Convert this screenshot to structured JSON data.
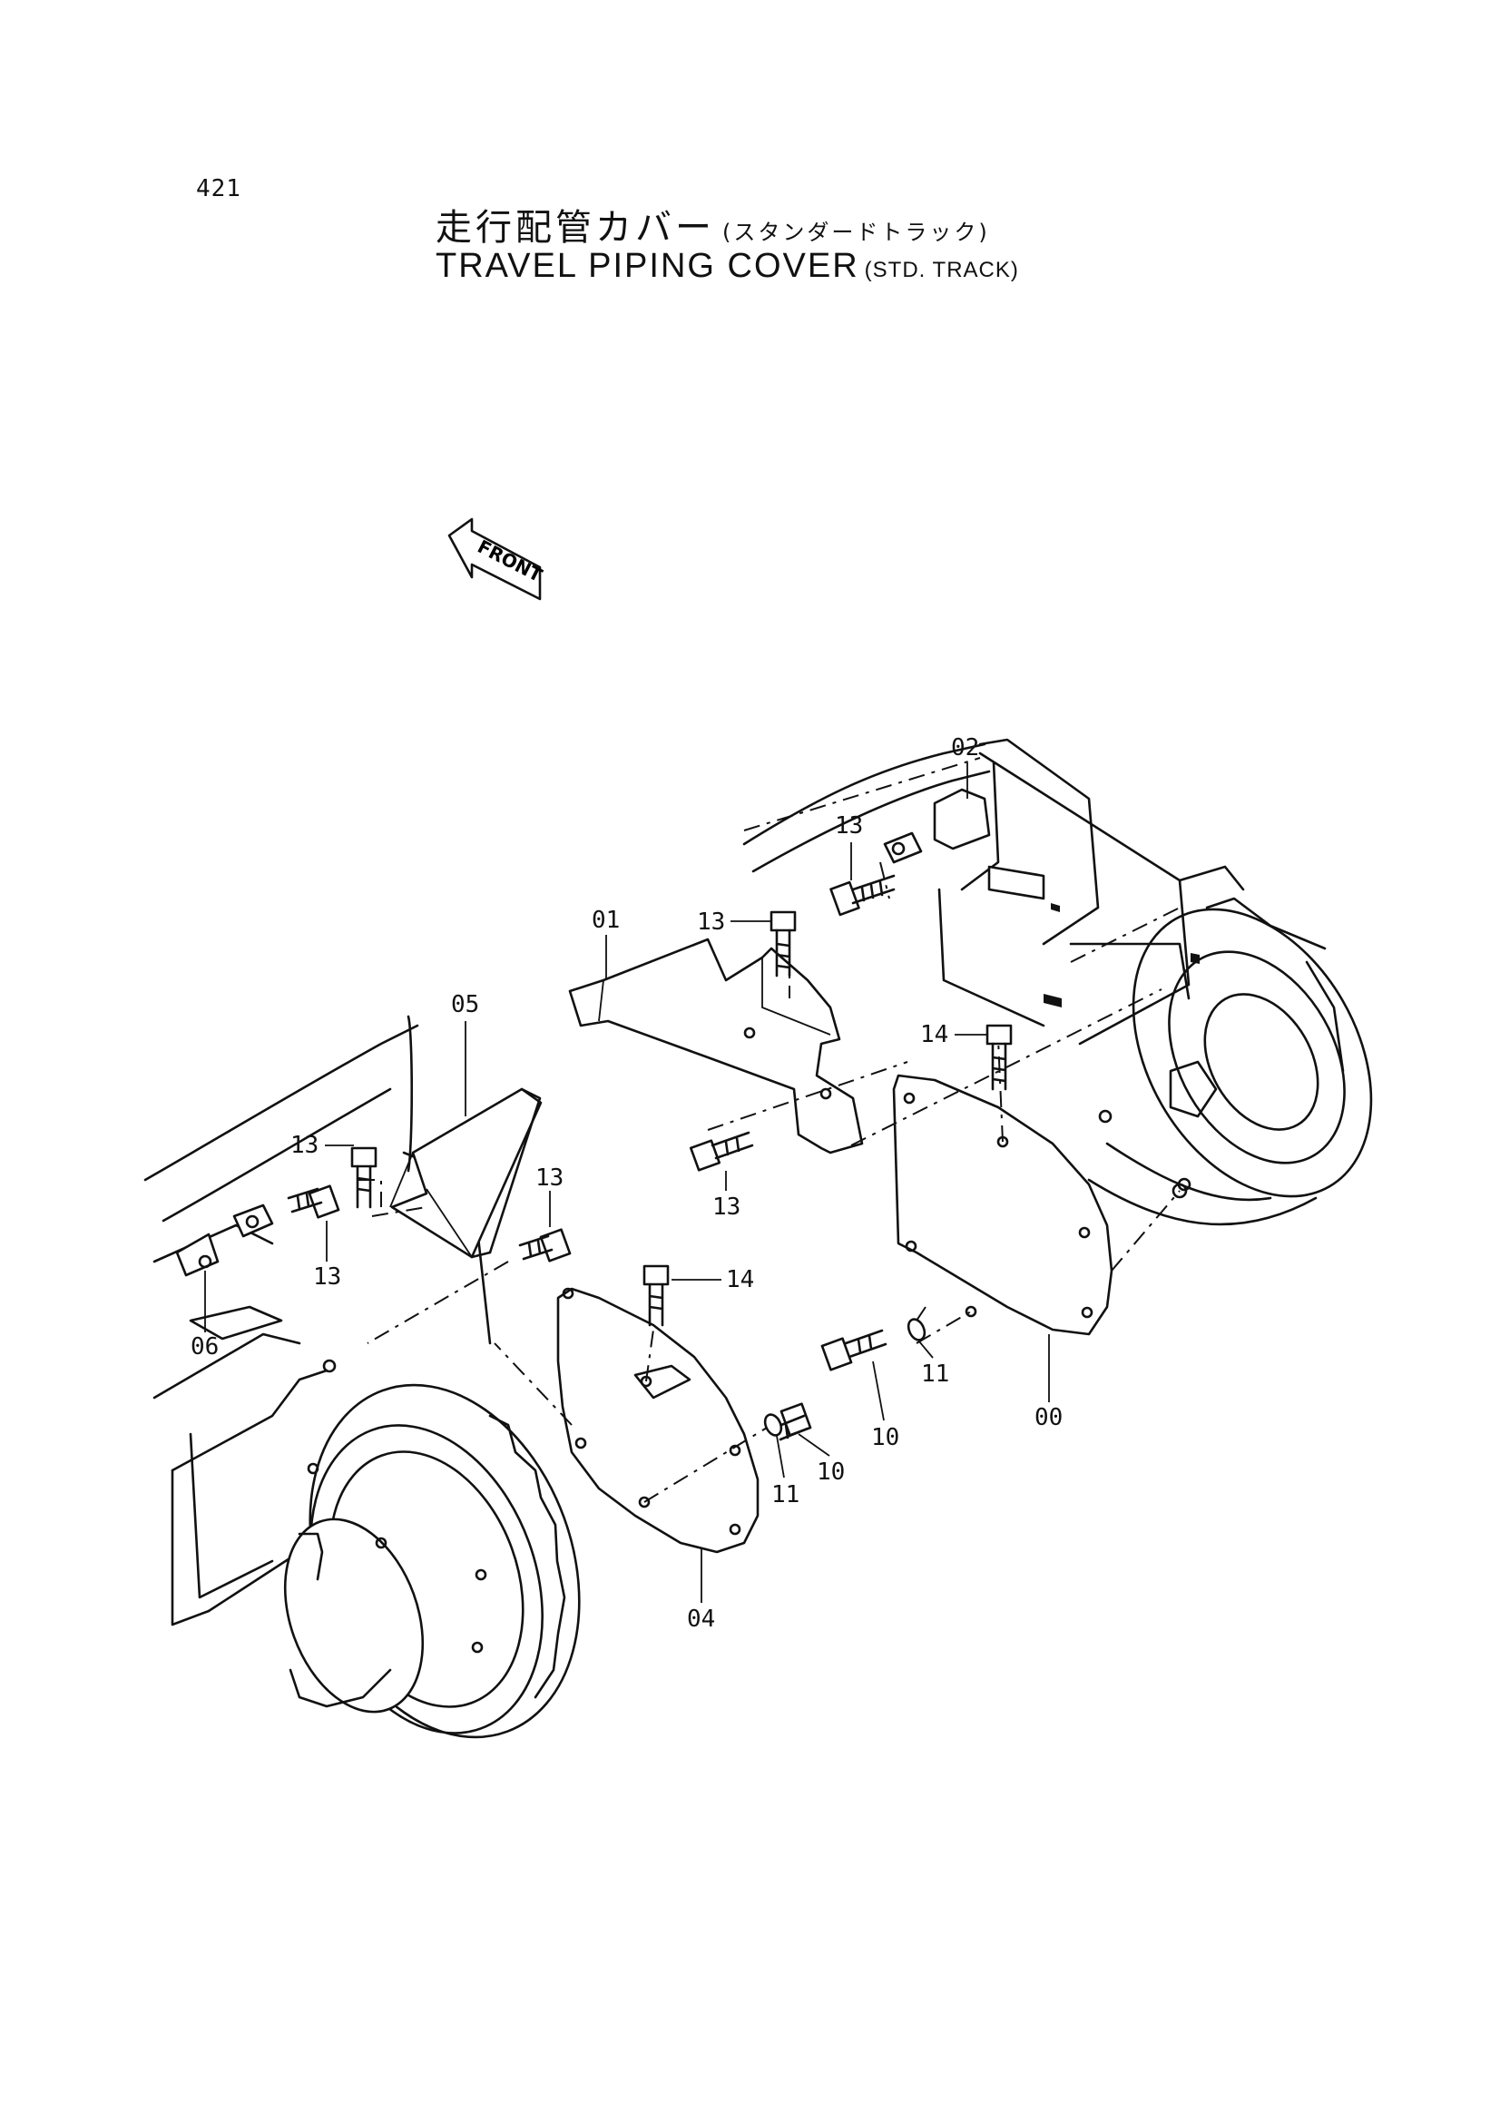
{
  "page_number": "421",
  "title": {
    "japanese": "走行配管カバー",
    "japanese_sub": "(スタンダードトラック)",
    "english": "TRAVEL PIPING COVER",
    "english_sub": "(STD. TRACK)"
  },
  "front_arrow_label": "FRONT",
  "callouts": [
    "02",
    "13",
    "13",
    "01",
    "05",
    "13",
    "13",
    "13",
    "13",
    "14",
    "14",
    "06",
    "04",
    "11",
    "10",
    "10",
    "11",
    "00"
  ]
}
